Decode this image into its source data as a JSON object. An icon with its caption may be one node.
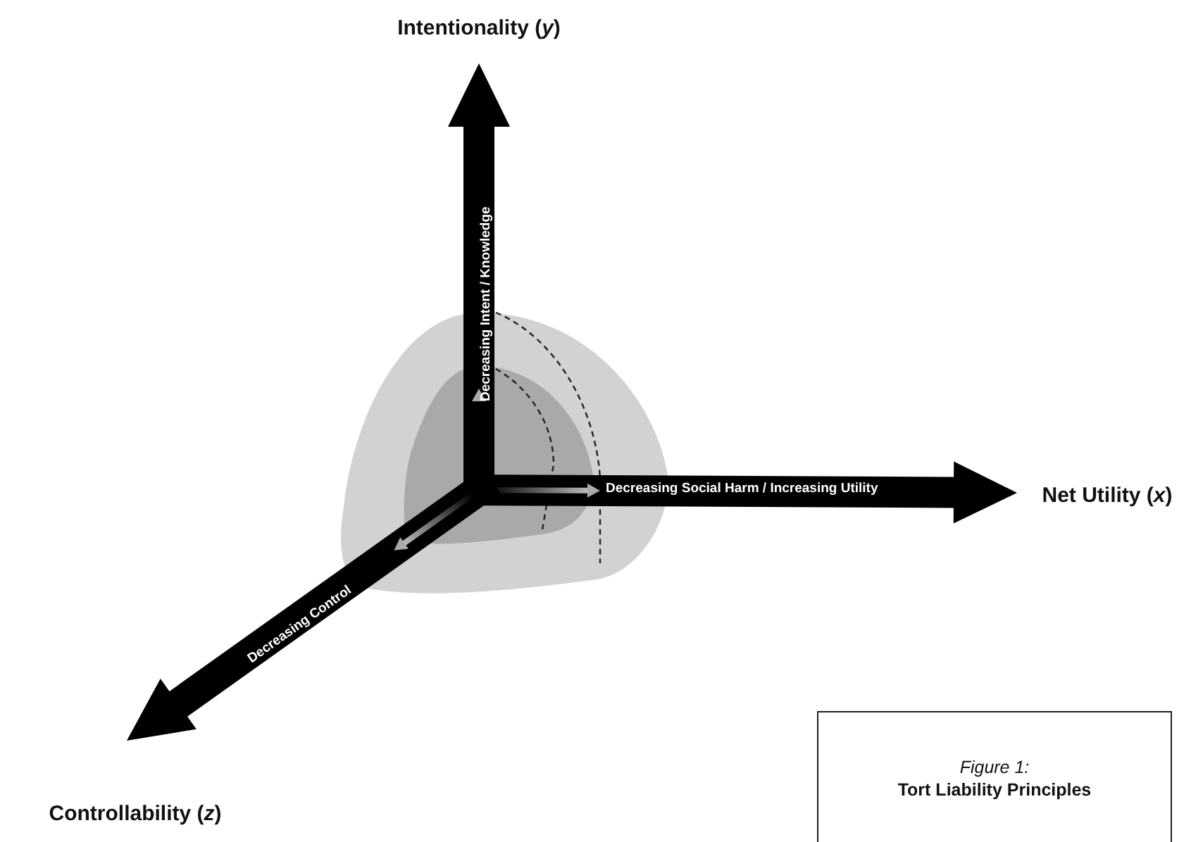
{
  "diagram": {
    "nodes": [
      {
        "text": [
          "Figure 1:",
          "Tort Liability Principles"
        ]
      }
    ],
    "labels": [
      "Intentionality (*y*)",
      "Decreasing Intent / Knowledge",
      "Decreasing Social Harm / Increasing Utility",
      "Net Utility (*x*)",
      "Decreasing Control",
      "Controllability (*z*)"
    ]
  }
}
